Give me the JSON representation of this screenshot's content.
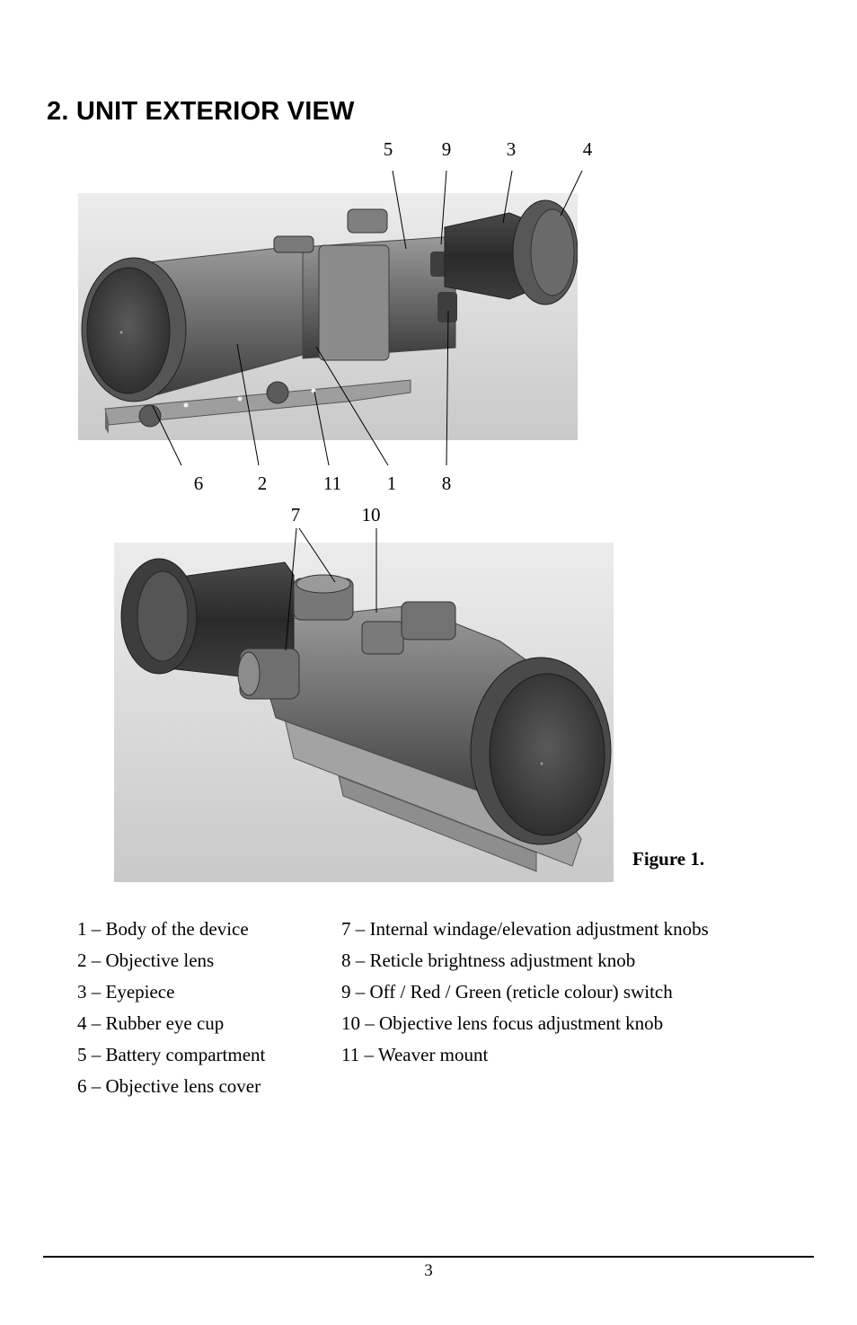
{
  "section": {
    "heading": "2.  UNIT EXTERIOR VIEW"
  },
  "figure": {
    "caption": "Figure 1.",
    "top_view_callouts_top": [
      "5",
      "9",
      "3",
      "4"
    ],
    "top_view_callouts_bottom": [
      "6",
      "2",
      "11",
      "1",
      "8"
    ],
    "bottom_view_callouts": [
      "7",
      "10"
    ]
  },
  "legend": {
    "left": [
      "1 – Body of the device",
      "2 – Objective lens",
      "3 – Eyepiece",
      "4 – Rubber eye cup",
      "5 – Battery compartment",
      "6 – Objective lens cover"
    ],
    "right": [
      "7 – Internal windage/elevation adjustment knobs",
      "8 – Reticle brightness adjustment knob",
      "9 – Off / Red / Green (reticle colour) switch",
      "10 – Objective lens focus adjustment knob",
      "11 – Weaver mount"
    ]
  },
  "footer": {
    "page_number": "3"
  }
}
